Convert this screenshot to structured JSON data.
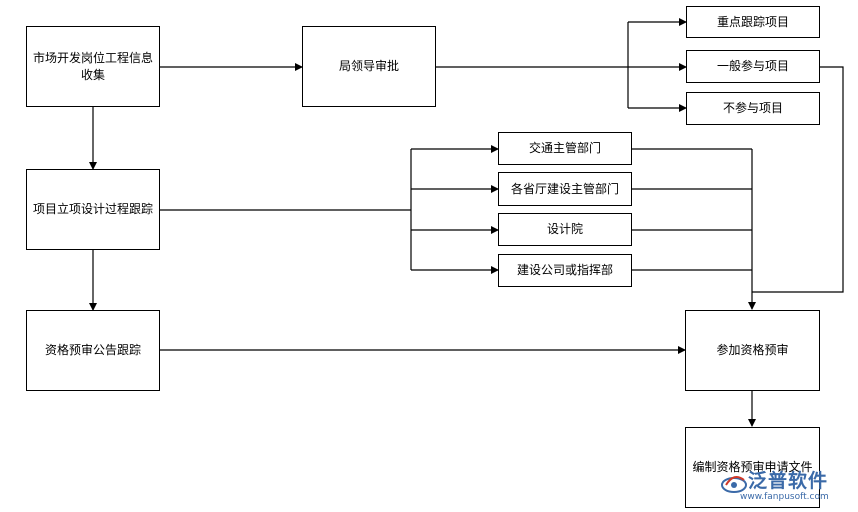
{
  "nodes": {
    "collect": "市场开发岗位工程信息收集",
    "approve": "局领导审批",
    "key_project": "重点跟踪项目",
    "general_project": "一般参与项目",
    "no_project": "不参与项目",
    "tracking": "项目立项设计过程跟踪",
    "transport": "交通主管部门",
    "province": "各省厅建设主管部门",
    "design": "设计院",
    "construction": "建设公司或指挥部",
    "prequal_notice": "资格预审公告跟踪",
    "join_prequal": "参加资格预审",
    "compile_prequal": "编制资格预审申请文件"
  },
  "watermark": {
    "name": "泛普软件",
    "url": "www.fanpusoft.com",
    "color": "#3b6aa8"
  }
}
